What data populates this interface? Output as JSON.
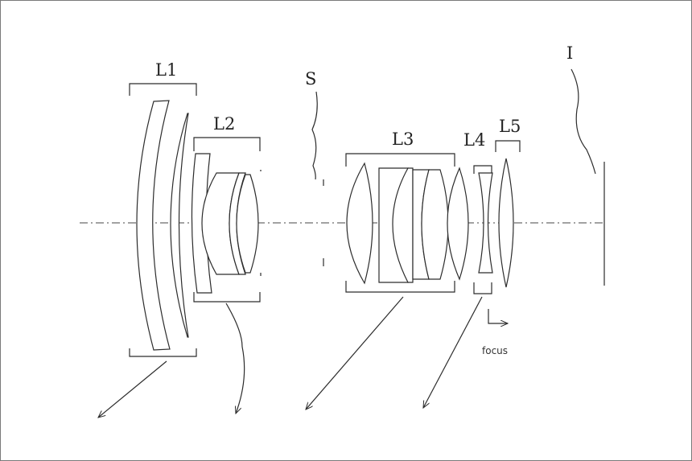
{
  "labels": {
    "L1": "L1",
    "L2": "L2",
    "S": "S",
    "L3": "L3",
    "L4": "L4",
    "L5": "L5",
    "I": "I",
    "focus": "focus"
  },
  "colors": {
    "stroke": "#2c2c2c",
    "background": "#ffffff",
    "border": "#7a7a7a"
  }
}
